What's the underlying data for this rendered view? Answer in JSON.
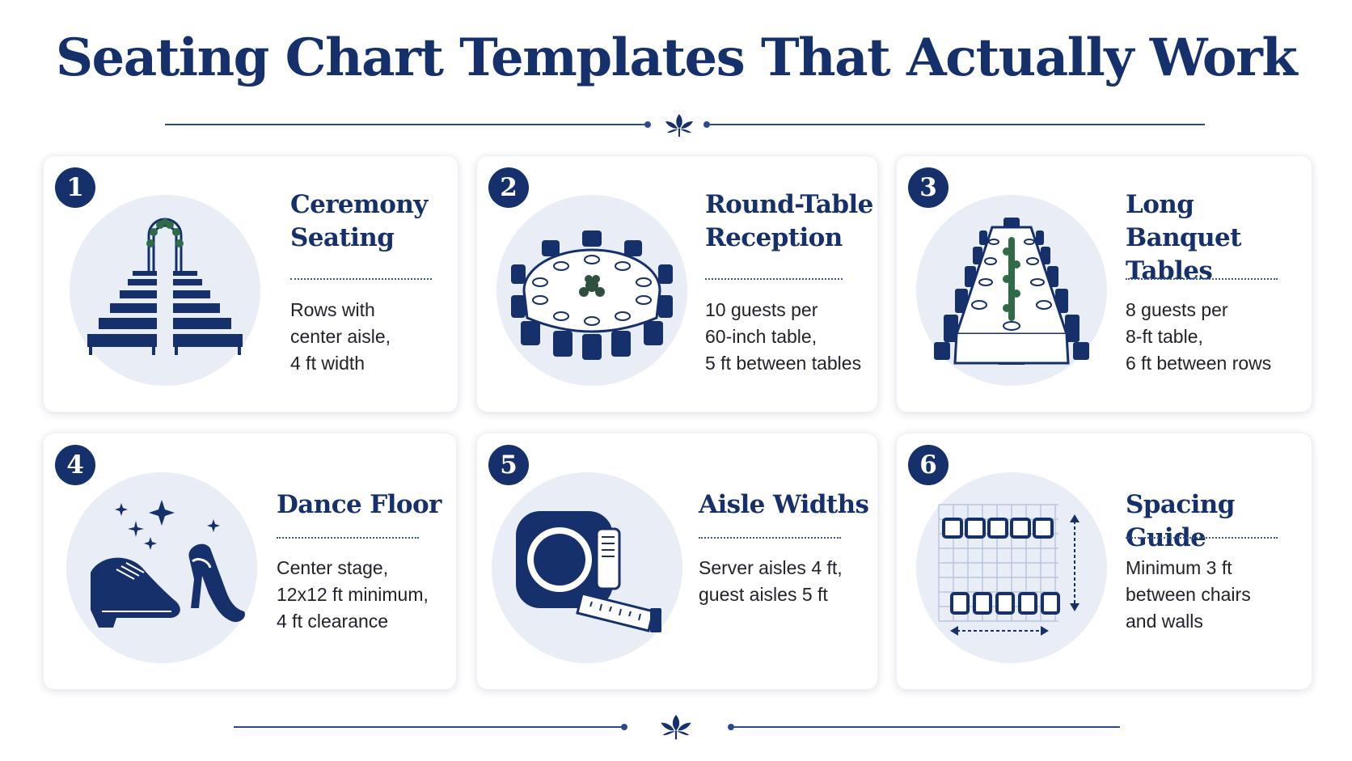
{
  "title": "Seating Chart Templates That Actually Work",
  "colors": {
    "navy": "#15306b",
    "circle_bg": "#e8edf6",
    "text": "#22222e"
  },
  "cards": [
    {
      "number": "1",
      "title": "Ceremony\nSeating",
      "description": "Rows with\ncenter aisle,\n4 ft width",
      "icon": "ceremony-pews-arch-icon"
    },
    {
      "number": "2",
      "title": "Round-Table\nReception",
      "description": "10 guests per\n60-inch table,\n5 ft between tables",
      "icon": "round-table-icon"
    },
    {
      "number": "3",
      "title": "Long Banquet\nTables",
      "description": "8 guests per\n8-ft table,\n6 ft between rows",
      "icon": "banquet-table-icon"
    },
    {
      "number": "4",
      "title": "Dance Floor",
      "description": "Center stage,\n12x12 ft minimum,\n4 ft clearance",
      "icon": "dance-shoes-icon"
    },
    {
      "number": "5",
      "title": "Aisle Widths",
      "description": "Server aisles 4 ft,\nguest aisles 5 ft",
      "icon": "tape-measure-icon"
    },
    {
      "number": "6",
      "title": "Spacing Guide",
      "description": "Minimum 3 ft\nbetween chairs\nand walls",
      "icon": "spacing-grid-icon"
    }
  ]
}
